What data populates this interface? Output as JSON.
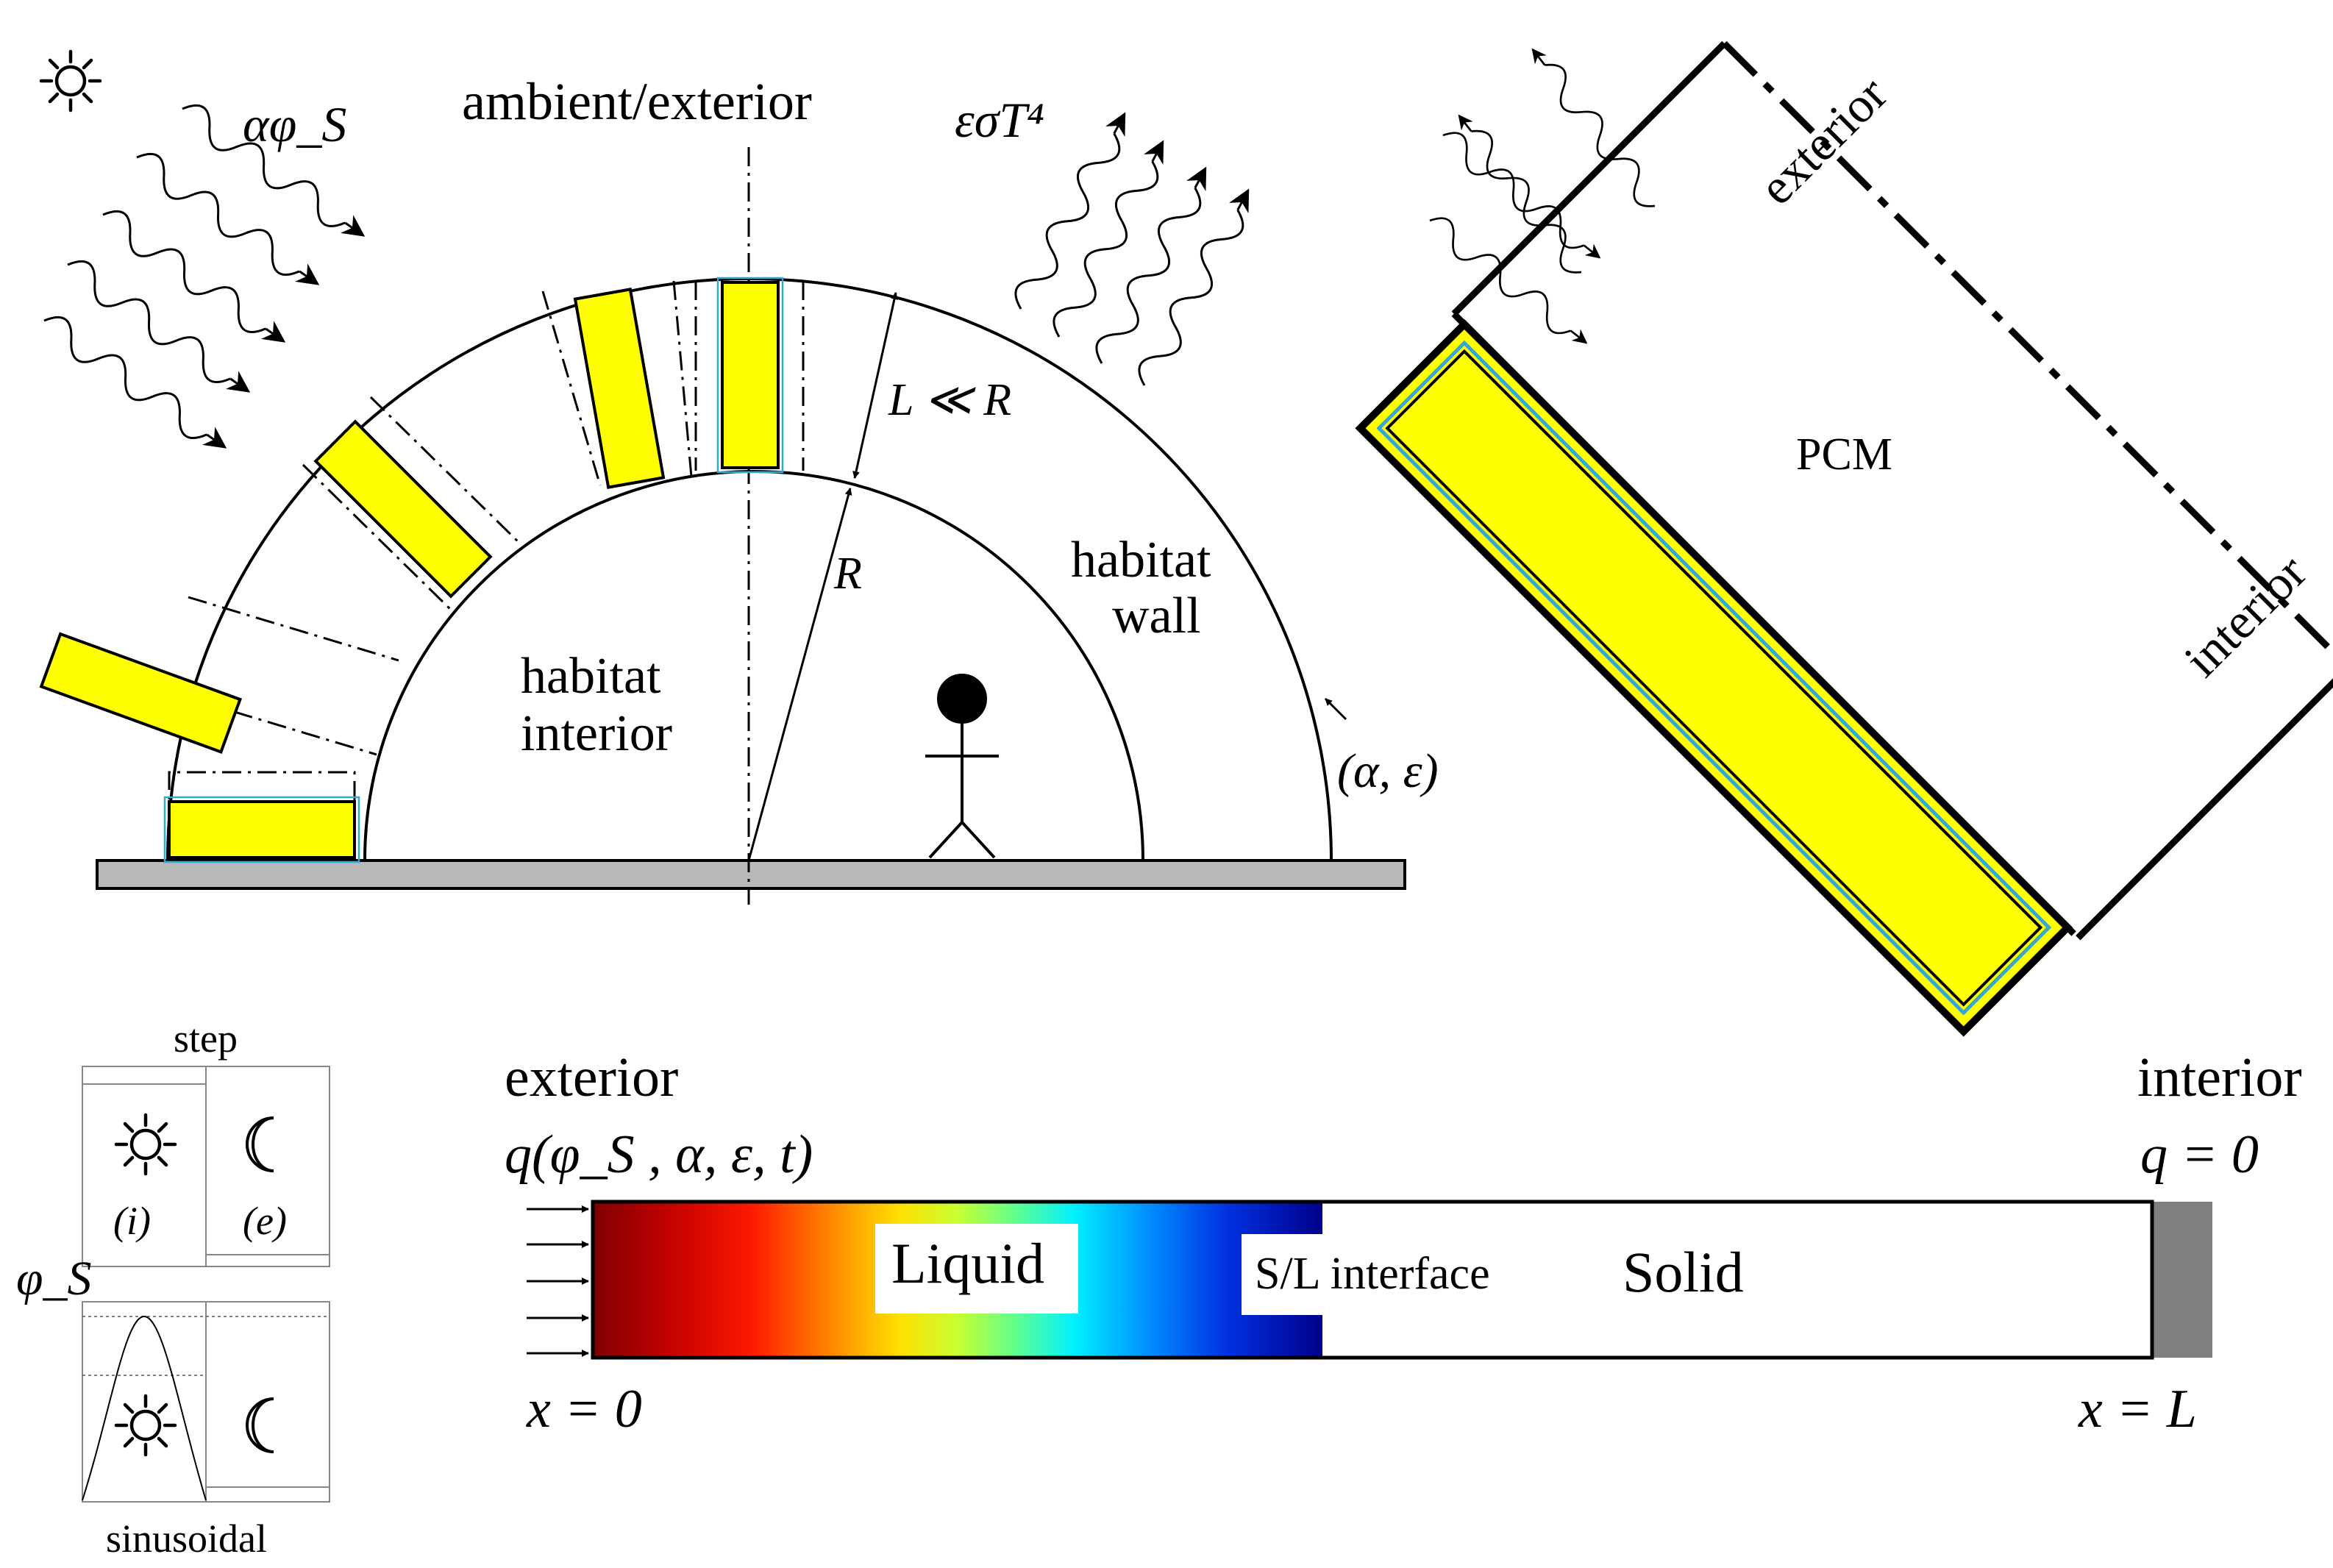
{
  "top_view": {
    "ambient_label": "ambient/exterior",
    "absorbed_solar_label": "αφ_S",
    "radiated_label": "εσT⁴",
    "thickness_label": "L ≪ R",
    "radius_label": "R",
    "interior_label_line1": "habitat",
    "interior_label_line2": "interior",
    "wall_label_line1": "habitat",
    "wall_label_line2": "wall",
    "surface_props_label": "(α, ε)"
  },
  "detail_view": {
    "exterior_label": "exterior",
    "interior_label": "interior",
    "pcm_label": "PCM"
  },
  "forcing": {
    "step_label": "step",
    "sinusoidal_label": "sinusoidal",
    "phi_label": "φ_S",
    "phase_i_label": "(i)",
    "phase_e_label": "(e)"
  },
  "slab": {
    "exterior_label": "exterior",
    "interior_label": "interior",
    "flux_label": "q(φ_S , α, ε, t)",
    "zero_flux_label": "q = 0",
    "liquid_label": "Liquid",
    "interface_label": "S/L interface",
    "solid_label": "Solid",
    "x0_label": "x = 0",
    "xL_label": "x = L"
  },
  "colors": {
    "pcm_fill": "#ffff00",
    "pcm_outline": "#33a8d8",
    "ground": "#b8b8b8",
    "wall_end": "#808080"
  }
}
